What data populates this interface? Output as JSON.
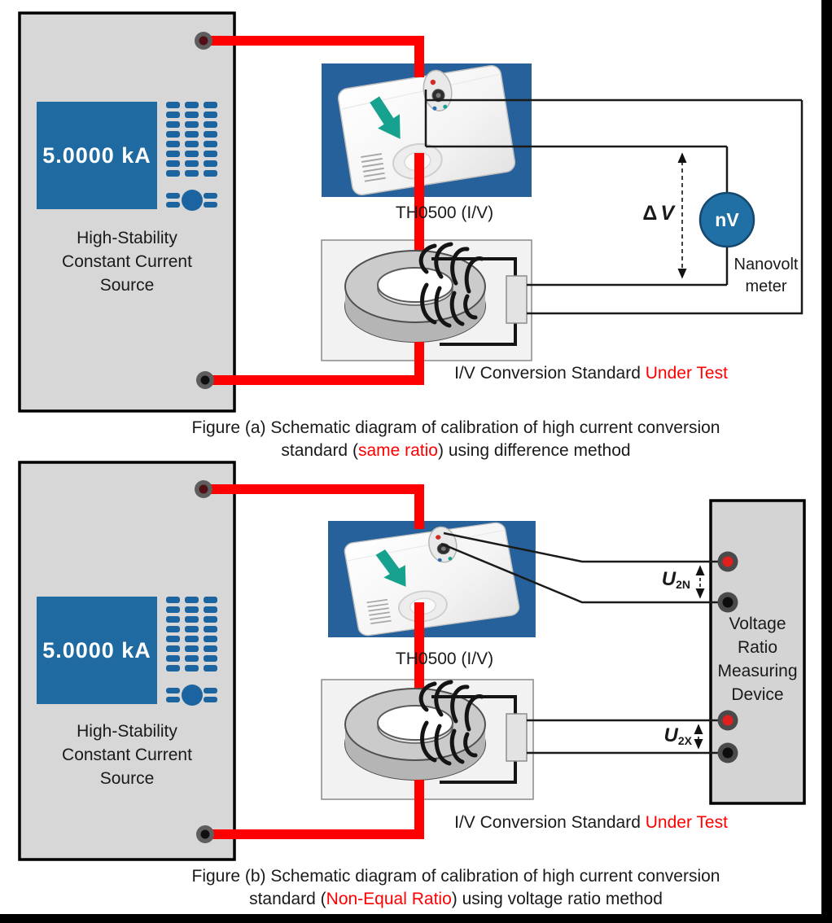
{
  "figure_a": {
    "source": {
      "display_value": "5.0000 kA",
      "name_lines": [
        "High-Stability",
        "Constant Current",
        "Source"
      ]
    },
    "th0500_label": "TH0500 (I/V)",
    "nanovolt_meter": {
      "symbol": "nV",
      "label_lines": [
        "Nanovolt",
        "meter"
      ]
    },
    "delta_v": {
      "delta": "Δ",
      "v": "V"
    },
    "dut_label": {
      "normal": "I/V Conversion Standard ",
      "highlight": "Under Test"
    },
    "caption": {
      "line1": "Figure (a) Schematic diagram of calibration of high current conversion",
      "line2_pre": "standard (",
      "line2_highlight": "same ratio",
      "line2_post": ") using difference method"
    }
  },
  "figure_b": {
    "source": {
      "display_value": "5.0000 kA",
      "name_lines": [
        "High-Stability",
        "Constant Current",
        "Source"
      ]
    },
    "th0500_label": "TH0500 (I/V)",
    "voltage_ratio_device": {
      "label_lines": [
        "Voltage",
        "Ratio",
        "Measuring",
        "Device"
      ]
    },
    "u2n": {
      "u": "U",
      "sub": "2N"
    },
    "u2x": {
      "u": "U",
      "sub": "2X"
    },
    "dut_label": {
      "normal": "I/V Conversion Standard ",
      "highlight": "Under Test"
    },
    "caption": {
      "line1": "Figure (b) Schematic diagram of calibration of high current conversion",
      "line2_pre": "standard (",
      "line2_highlight": "Non-Equal Ratio",
      "line2_post": ") using voltage ratio method"
    }
  },
  "colors": {
    "wire_red": "#ff0000",
    "highlight_red": "#ff0000",
    "display_blue": "#1f6aa1",
    "panel_blue": "#26619b",
    "meter_blue": "#2170a5",
    "teal_arrow": "#16a28e"
  }
}
